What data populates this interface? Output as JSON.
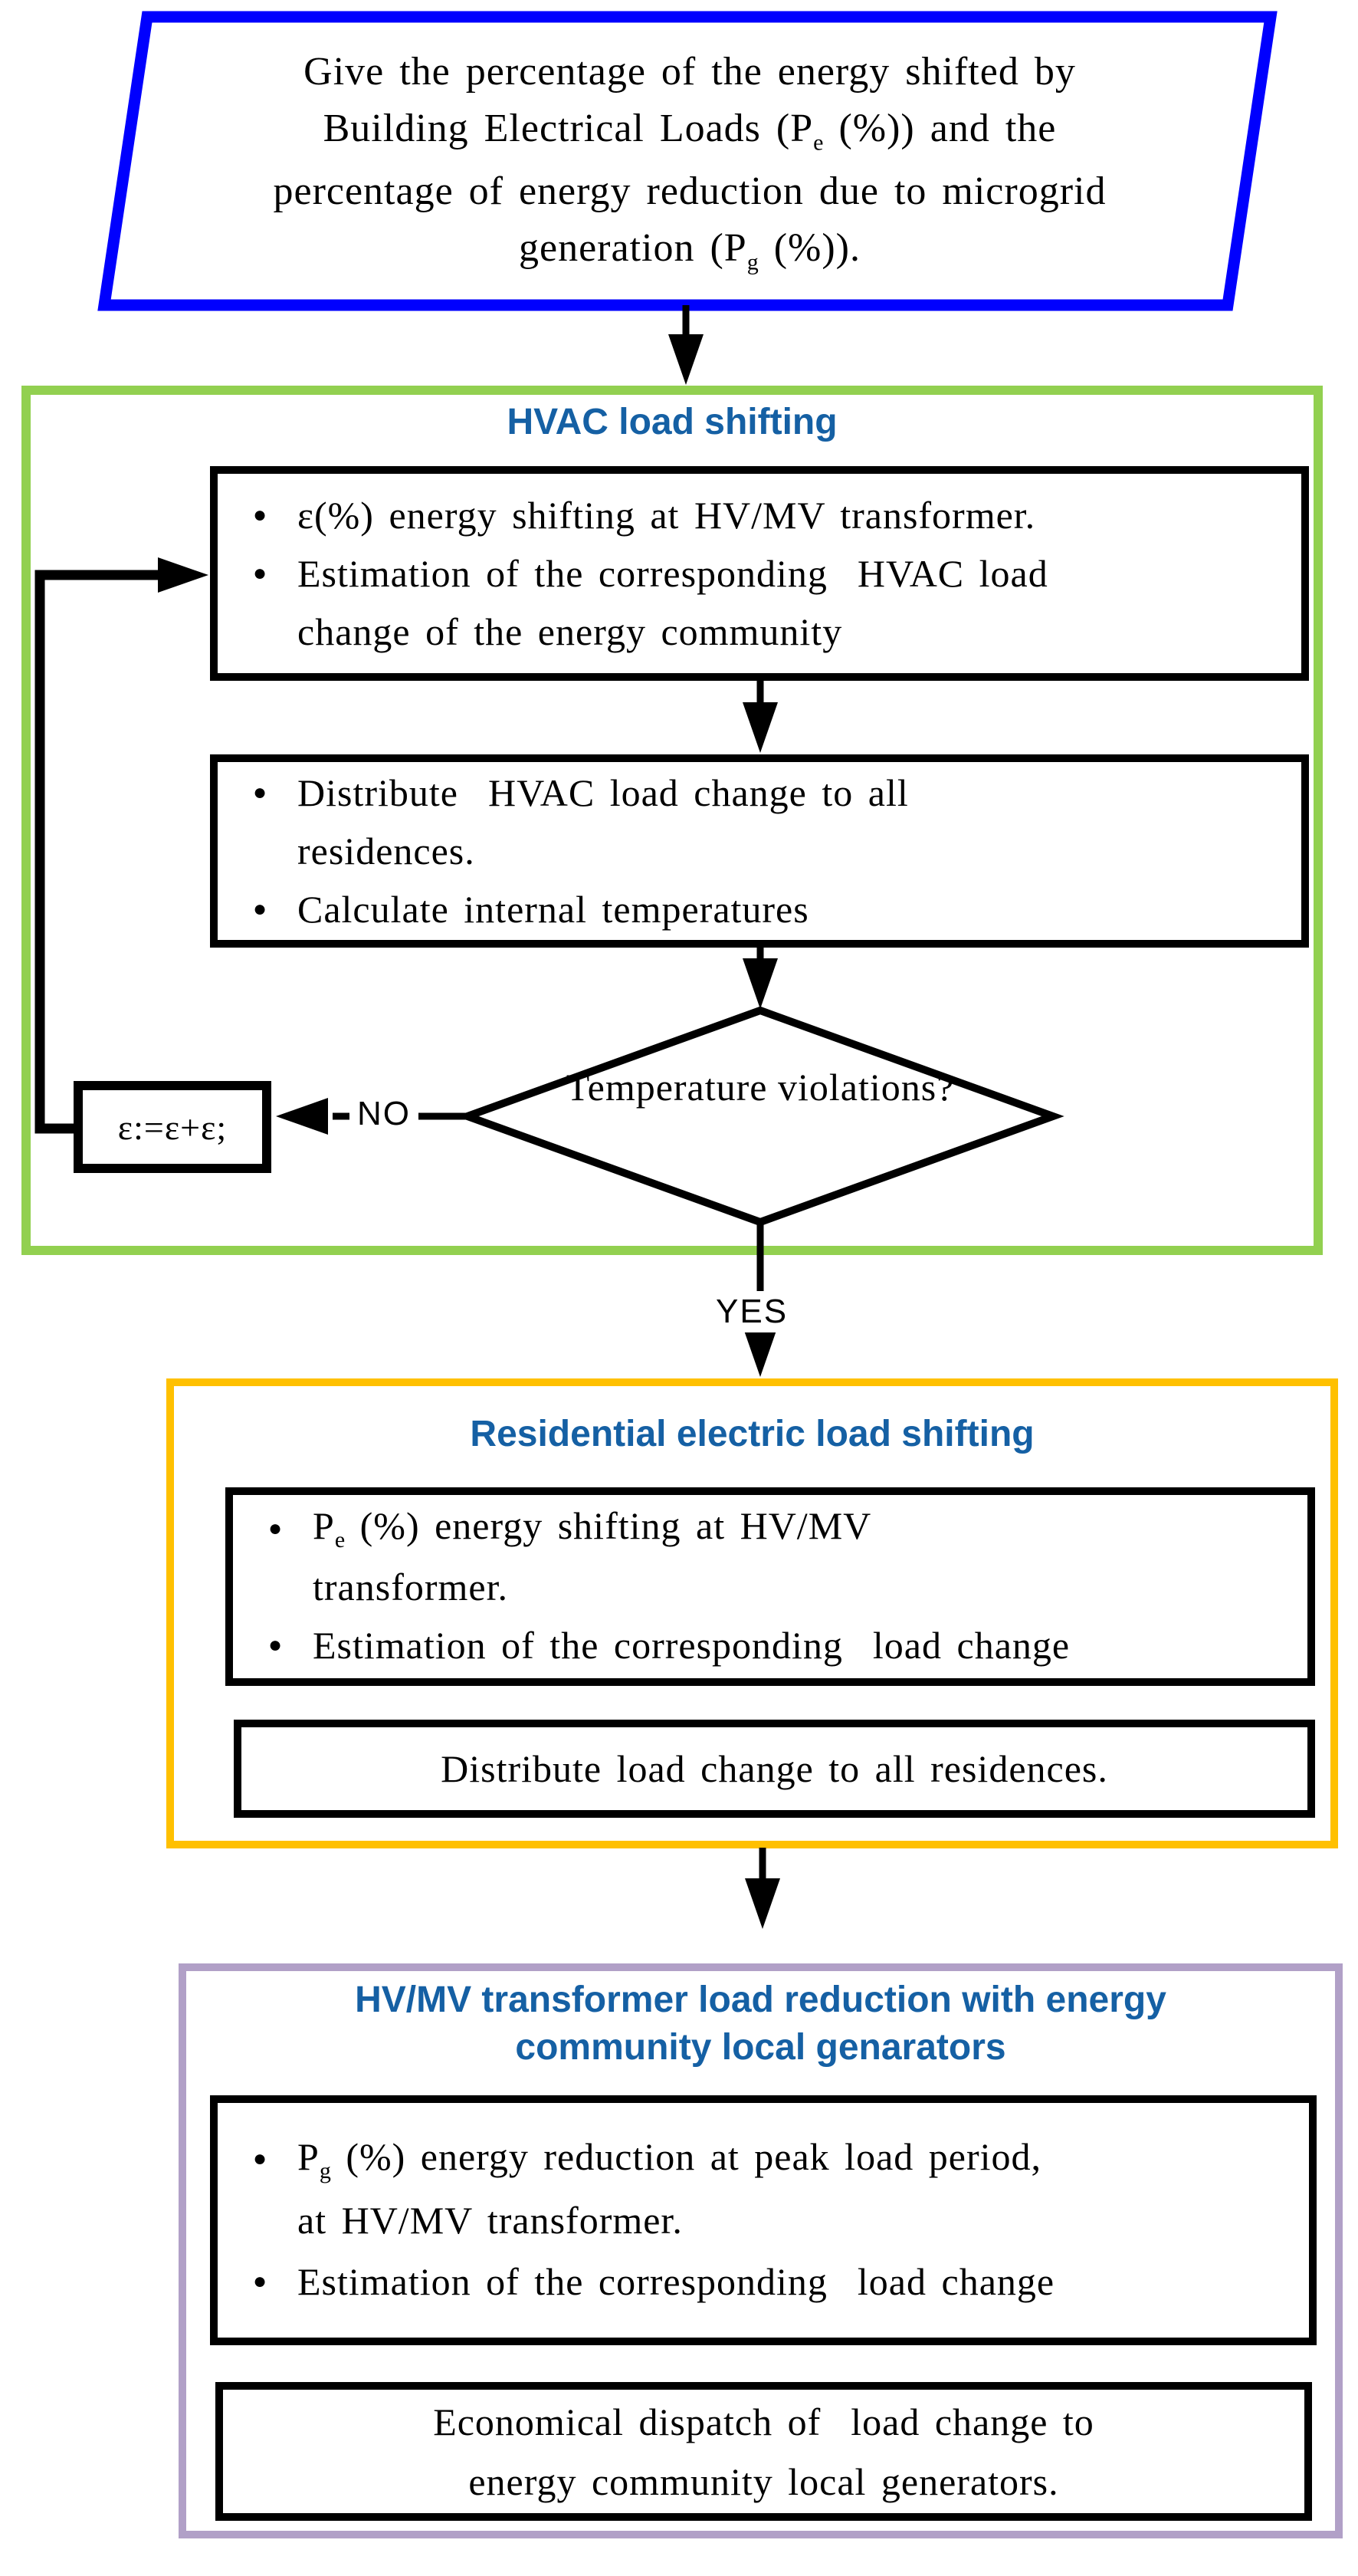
{
  "ui": {
    "bullet": "●"
  },
  "colors": {
    "input_border": "#0000FE",
    "hvac_border": "#92D050",
    "residential_border": "#FFC000",
    "transformer_border": "#B1A0C7",
    "title_text": "#1560A4",
    "connector": "#000000"
  },
  "input_step": {
    "line1": "Give the percentage of the energy shifted by",
    "line2_pre": "Building Electrical Loads (P",
    "line2_sub": "e",
    "line2_post": " (%)) and the",
    "line3": "percentage of energy reduction due to microgrid",
    "line4_pre": "generation (P",
    "line4_sub": "g",
    "line4_post": " (%))."
  },
  "hvac": {
    "title": "HVAC load shifting",
    "step1": {
      "bullet1": "ε(%) energy shifting at HV/MV transformer.",
      "bullet2_line1": "Estimation of the corresponding  HVAC load",
      "bullet2_line2": "change of the energy community"
    },
    "step2": {
      "bullet1_line1": "Distribute  HVAC load change to all",
      "bullet1_line2": "residences.",
      "bullet2": "Calculate internal temperatures"
    },
    "decision": "Temperature violations?",
    "no_label": "NO",
    "yes_label": "YES",
    "epsilon_update": "ε:=ε+ε;"
  },
  "residential": {
    "title": "Residential electric load shifting",
    "step1": {
      "bullet1_line1_pre": "P",
      "bullet1_line1_sub": "e",
      "bullet1_line1_post": " (%) energy shifting at HV/MV",
      "bullet1_line2": "transformer.",
      "bullet2": "Estimation of the corresponding  load change"
    },
    "step2": "Distribute load change to all residences."
  },
  "transformer": {
    "title_line1": "HV/MV transformer load reduction with energy",
    "title_line2": "community local genarators",
    "step1": {
      "bullet1_line1_pre": "P",
      "bullet1_line1_sub": "g",
      "bullet1_line1_post": " (%) energy reduction at peak load period,",
      "bullet1_line2": "at HV/MV transformer.",
      "bullet2": "Estimation of the corresponding  load change"
    },
    "step2_line1": "Economical dispatch of  load change to",
    "step2_line2": "energy community local generators."
  }
}
